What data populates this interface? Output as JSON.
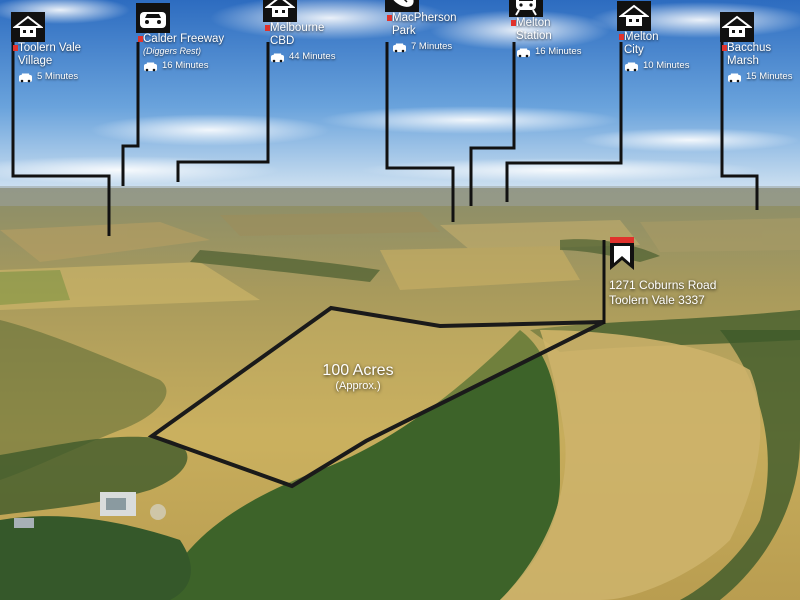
{
  "markers": [
    {
      "icon": "house-icon",
      "name": "Toolern Vale\nVillage",
      "sub": "",
      "time": "5 Minutes"
    },
    {
      "icon": "car-icon",
      "name": "Calder Freeway",
      "sub": "(Diggers Rest)",
      "time": "16 Minutes"
    },
    {
      "icon": "house-icon",
      "name": "Melbourne\nCBD",
      "sub": "",
      "time": "44 Minutes"
    },
    {
      "icon": "football-icon",
      "name": "MacPherson\nPark",
      "sub": "",
      "time": "7 Minutes"
    },
    {
      "icon": "train-icon",
      "name": "Melton\nStation",
      "sub": "",
      "time": "16 Minutes"
    },
    {
      "icon": "house-icon",
      "name": "Melton\nCity",
      "sub": "",
      "time": "10 Minutes"
    },
    {
      "icon": "house-icon",
      "name": "Bacchus\nMarsh",
      "sub": "",
      "time": "15 Minutes"
    }
  ],
  "property": {
    "area_main": "100 Acres",
    "area_note": "(Approx.)",
    "address_line1": "1271 Coburns Road",
    "address_line2": "Toolern Vale 3337"
  },
  "colors": {
    "sky_top": "#2f6fc0",
    "sky_bottom": "#cfe2f3",
    "field": "#c9ad5a",
    "trees": "#3f6a2e",
    "boundary": "#ffffff",
    "pin_red": "#e0322c",
    "marker_line": "#111111"
  }
}
